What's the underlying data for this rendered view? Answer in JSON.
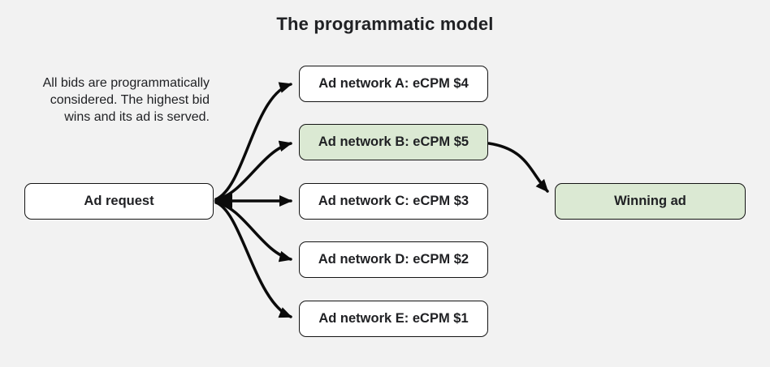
{
  "title": "The programmatic model",
  "annotation": {
    "lines": [
      "All bids are programmatically",
      "considered. The highest bid",
      "wins and its ad is served."
    ]
  },
  "nodes": {
    "ad_request": {
      "label": "Ad request",
      "highlighted": false
    },
    "networks": [
      {
        "label": "Ad network A: eCPM $4",
        "highlighted": false
      },
      {
        "label": "Ad network B: eCPM $5",
        "highlighted": true
      },
      {
        "label": "Ad network C: eCPM $3",
        "highlighted": false
      },
      {
        "label": "Ad network D: eCPM $2",
        "highlighted": false
      },
      {
        "label": "Ad network E: eCPM $1",
        "highlighted": false
      }
    ],
    "winning_ad": {
      "label": "Winning ad",
      "highlighted": true
    }
  },
  "colors": {
    "background": "#f2f2f2",
    "box_fill": "#ffffff",
    "highlight_fill": "#dbe9d3",
    "border": "#141414",
    "arrow": "#0b0b0b",
    "text": "#202124"
  }
}
